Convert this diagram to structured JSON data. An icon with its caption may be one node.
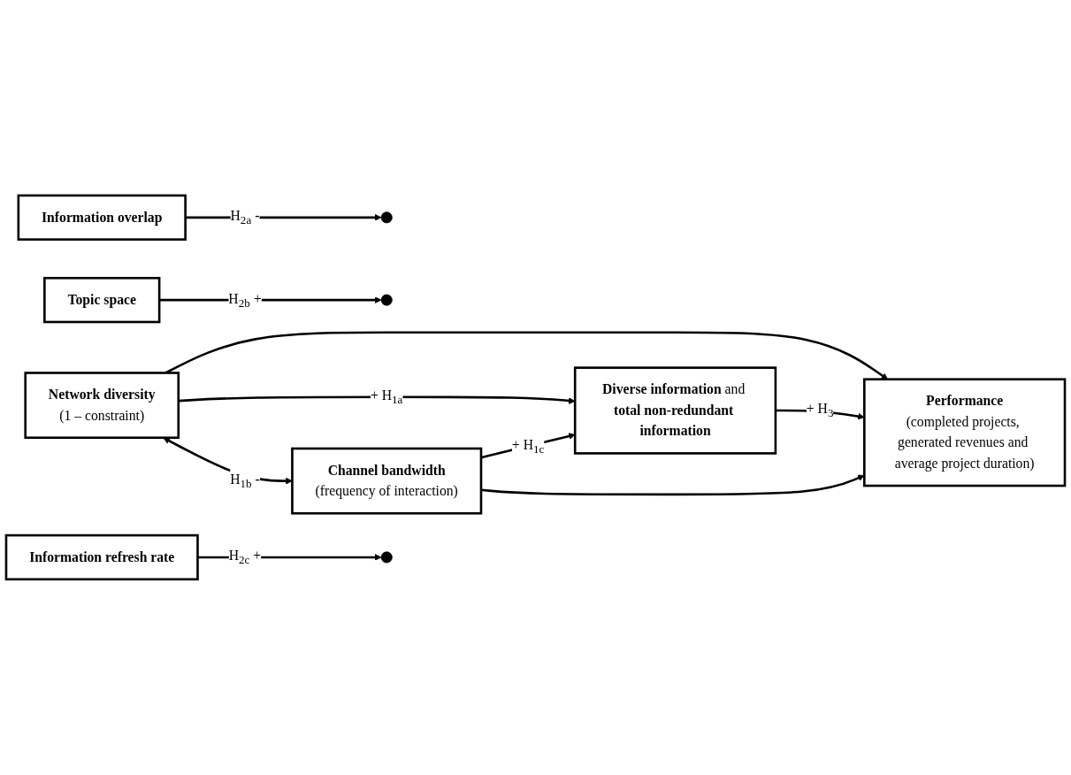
{
  "diagram": {
    "nodes": [
      {
        "text": [
          "Network diversity",
          "(1 – constraint)"
        ]
      },
      {
        "text": [
          "Information overlap"
        ]
      },
      {
        "text": [
          "**Diverse information** and **total non-redundant information**"
        ]
      },
      {
        "text": [
          "Performance",
          "(completed projects, generated revenues and average project duration)"
        ]
      },
      {
        "text": [
          "Channel bandwidth",
          "(frequency of interaction)"
        ]
      },
      {
        "text": [
          "Topic space"
        ]
      },
      {
        "text": [
          "Information refresh rate"
        ]
      }
    ],
    "edges": [
      {
        "from": 0,
        "to": 3,
        "arrow": "to"
      },
      {
        "from": 0,
        "to": 2,
        "arrow": "to",
        "label": "+ H$_{1a}$"
      },
      {
        "from": 1,
        "to": null,
        "arrow": "to",
        "label": "H$_{2a}$ -"
      },
      {
        "from": 0,
        "to": 4,
        "arrow": "both",
        "label": "H$_{1b}$ -"
      },
      {
        "from": 4,
        "to": 2,
        "arrow": "to",
        "label": "+ H$_{1c}$"
      },
      {
        "from": 5,
        "to": null,
        "arrow": "to",
        "label": "H$_{2b}$ +"
      },
      {
        "from": 6,
        "to": null,
        "arrow": "to",
        "label": "H$_{2c}$ +"
      },
      {
        "from": 2,
        "to": 3,
        "arrow": "to",
        "label": "+ H$_{3}$"
      },
      {
        "from": 4,
        "to": 3,
        "arrow": "to"
      }
    ]
  }
}
